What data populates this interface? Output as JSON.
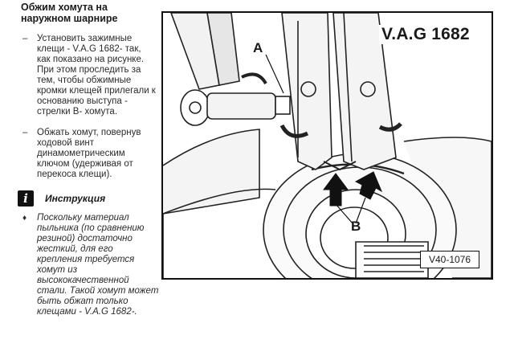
{
  "heading": "Обжим хомута на наружном шарнире",
  "steps": [
    "Установить зажимные клещи - V.A.G 1682- так, как показано на рисунке. При этом проследить за тем, чтобы обжимные кромки клещей прилегали к основанию выступа - стрелки B- хомута.",
    "Обжать хомут, повернув ходовой винт динамометрическим ключом (удерживая от перекоса клещи)."
  ],
  "step_marker": "–",
  "note": {
    "icon": "i",
    "icon_name": "info-icon",
    "title": "Инструкция",
    "bullet": "♦",
    "text": "Поскольку материал пыльника (по сравнению резиной) достаточно жесткий, для его крепления требуется хомут из высококачественной стали. Такой хомут может быть обжат только клещами - V.A.G 1682-."
  },
  "figure": {
    "tool_label": "V.A.G 1682",
    "callout_a": "A",
    "callout_b": "B",
    "code": "V40-1076"
  }
}
